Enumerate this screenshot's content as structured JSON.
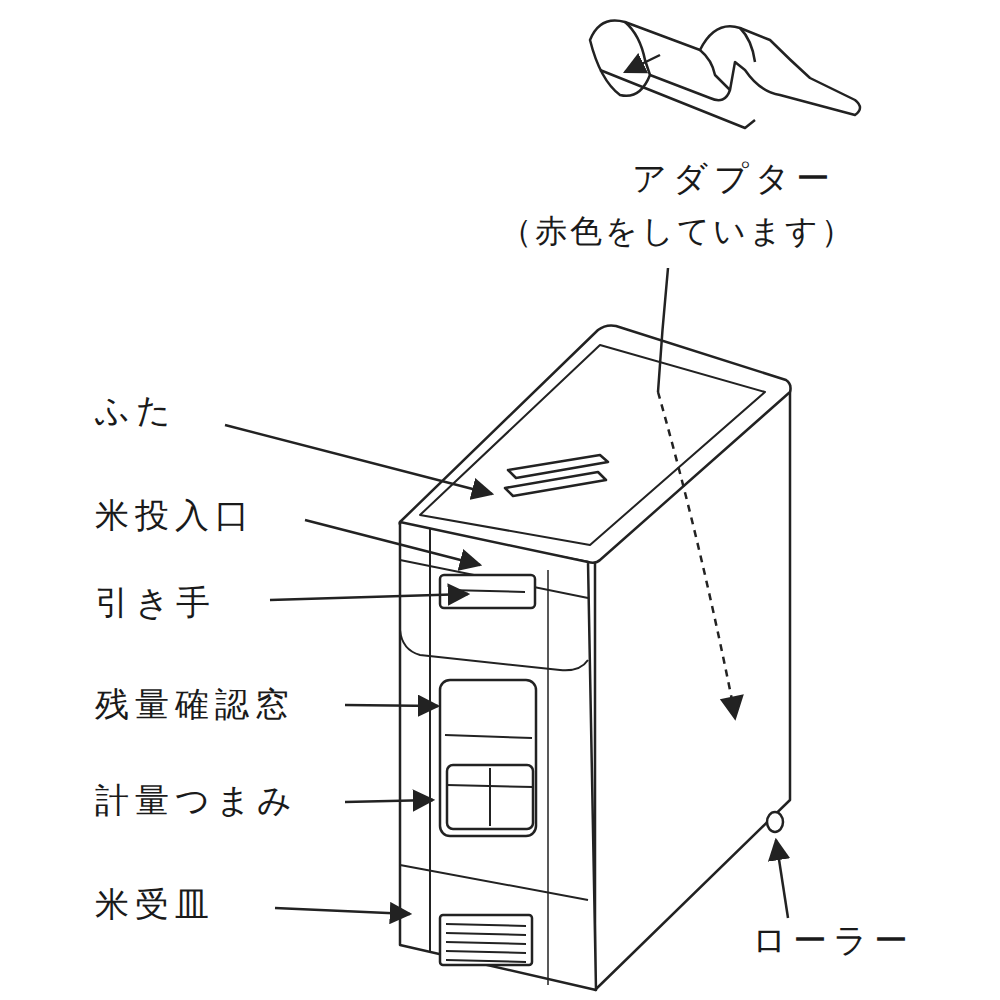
{
  "diagram": {
    "labels": [
      "アダプター",
      "（赤色をしています）",
      "ふた",
      "米投入口",
      "引き手",
      "残量確認窓",
      "計量つまみ",
      "米受皿",
      "ローラー"
    ]
  }
}
